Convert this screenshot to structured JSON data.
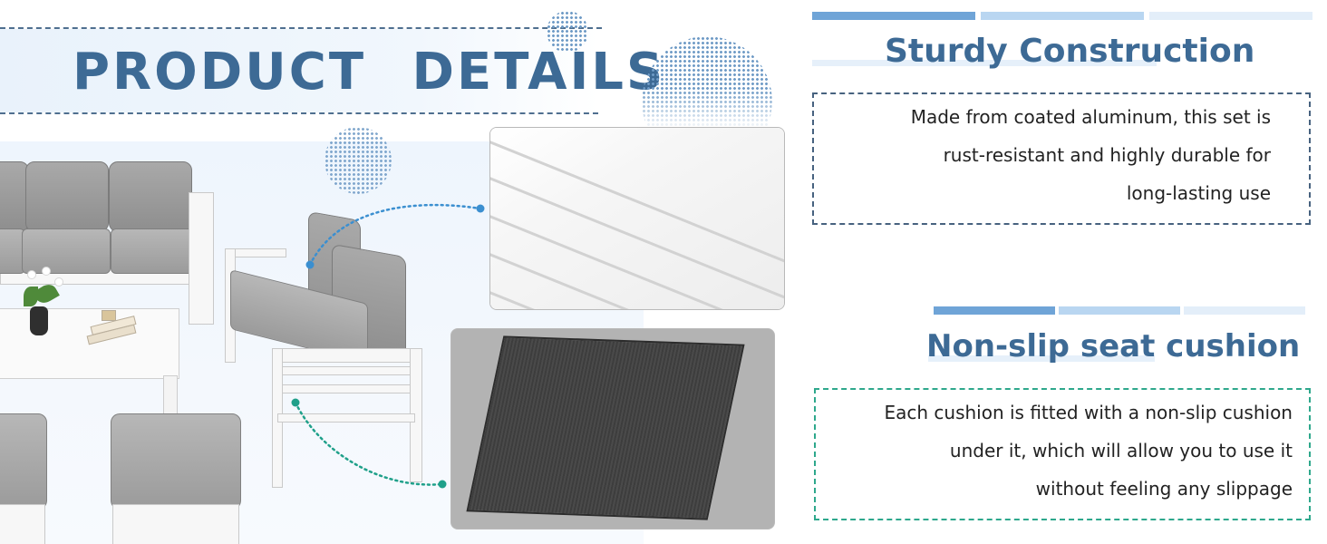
{
  "banner": {
    "title": "PRODUCT   DETAILS"
  },
  "features": [
    {
      "heading": "Sturdy Construction",
      "description_lines": [
        "Made from coated aluminum, this set is",
        "rust-resistant and highly durable for",
        "long-lasting use"
      ],
      "border_color": "#47627f"
    },
    {
      "heading": "Non-slip seat cushion",
      "description_lines": [
        "Each cushion is fitted with a non-slip cushion",
        "under it, which will allow you to use it",
        "without feeling any slippage"
      ],
      "border_color": "#2ea88c"
    }
  ],
  "colors": {
    "heading": "#3d6a95",
    "accent_bar_dark": "#6fa4d7",
    "accent_bar_mid": "#b9d6f1",
    "accent_bar_light": "#e3eef9",
    "connector_blue": "#3b8fd0",
    "connector_teal": "#1fa08a"
  },
  "photos": [
    {
      "name": "table-slats-closeup"
    },
    {
      "name": "non-slip-cushion-underside"
    }
  ]
}
